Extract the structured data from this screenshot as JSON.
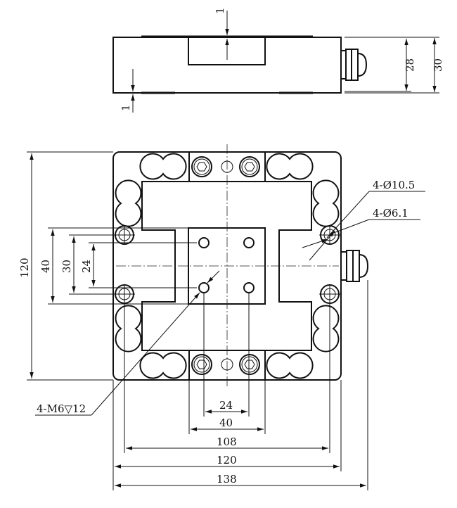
{
  "drawing": {
    "side_view": {
      "gap_top": "1",
      "gap_bottom": "1",
      "height_body": "28",
      "height_total": "30"
    },
    "plan_view": {
      "callouts": {
        "counterbore": "4-Ø10.5",
        "through_hole": "4-Ø6.1",
        "tapped": "4-M6▽12"
      },
      "vertical_dims": {
        "overall": "120",
        "block": "40",
        "mount_pitch": "30",
        "tapped_pitch": "24"
      },
      "horizontal_dims": {
        "tapped_pitch": "24",
        "block": "40",
        "mount_pitch": "108",
        "plate": "120",
        "overall": "138"
      }
    }
  }
}
